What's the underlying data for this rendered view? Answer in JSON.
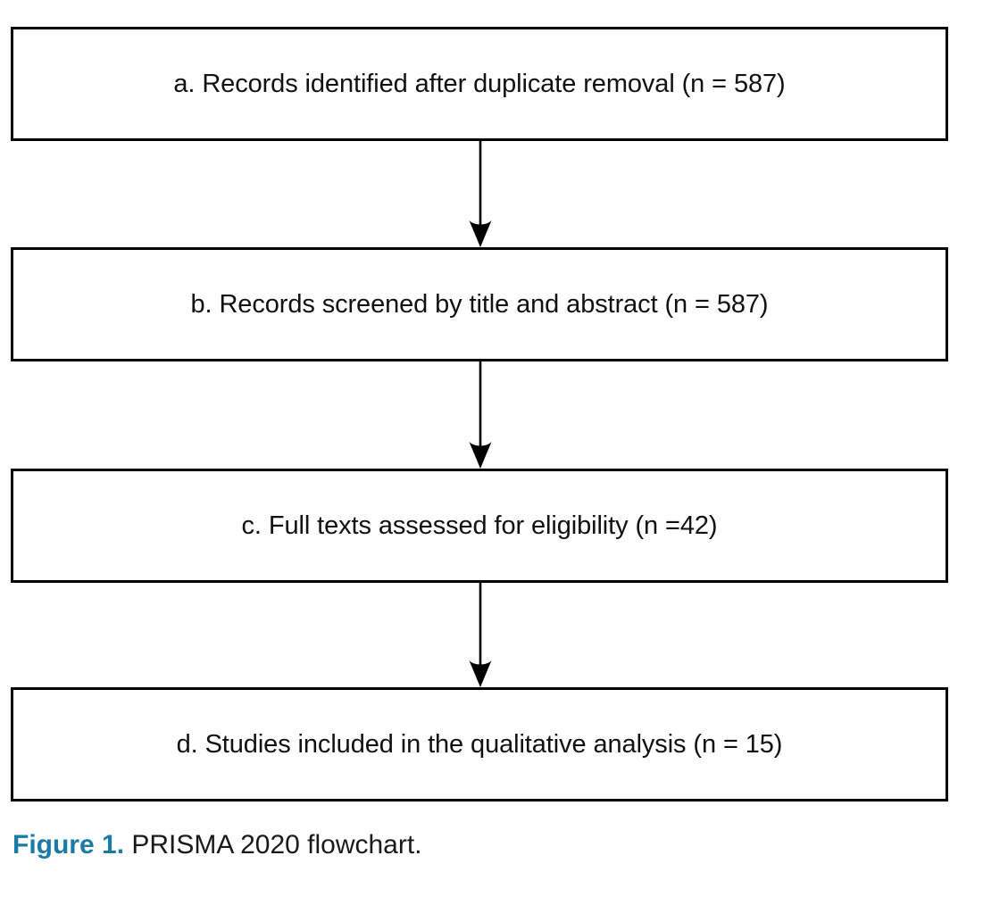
{
  "figure": {
    "caption_label": "Figure 1.",
    "caption_text": "PRISMA 2020 flowchart.",
    "caption_label_color": "#1b7ba8",
    "caption_text_color": "#1a1a1a"
  },
  "chart_data": {
    "type": "diagram",
    "diagram_kind": "prisma-2020-flowchart",
    "title": "PRISMA 2020 flowchart.",
    "orientation": "vertical-top-to-bottom",
    "nodes": [
      {
        "id": "a",
        "label": "a. Records identified after duplicate removal (n = 587)",
        "stage": "identification",
        "count": 587
      },
      {
        "id": "b",
        "label": "b. Records screened by title and abstract (n = 587)",
        "stage": "screening",
        "count": 587
      },
      {
        "id": "c",
        "label": "c. Full texts assessed for eligibility (n =42)",
        "stage": "eligibility",
        "count": 42
      },
      {
        "id": "d",
        "label": "d. Studies included in the qualitative analysis (n = 15)",
        "stage": "included",
        "count": 15
      }
    ],
    "edges": [
      {
        "id": "a-b",
        "from": "a",
        "to": "b",
        "style": "solid-arrow-down"
      },
      {
        "id": "b-c",
        "from": "b",
        "to": "c",
        "style": "solid-arrow-down"
      },
      {
        "id": "c-d",
        "from": "c",
        "to": "d",
        "style": "solid-arrow-down"
      }
    ],
    "box_border_color": "#000000",
    "box_fill_color": "#ffffff",
    "arrow_color": "#000000"
  }
}
